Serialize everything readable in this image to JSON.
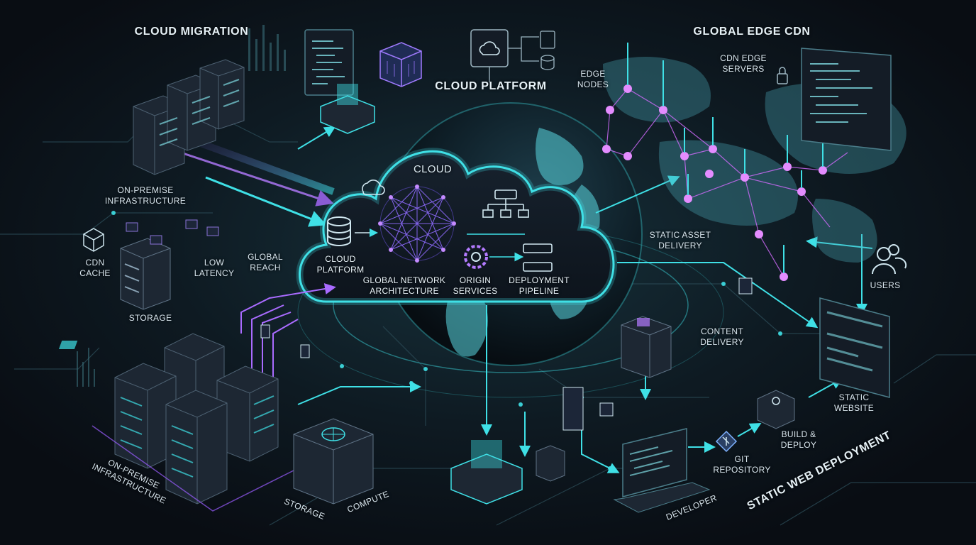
{
  "colors": {
    "background": "#0b1017",
    "cyan": "#3fe0e6",
    "purple": "#9a5cff",
    "magenta": "#d46bff",
    "server_dark": "#1d2733",
    "text": "#d9e6ee"
  },
  "sections": {
    "cloud_migration": "CLOUD MIGRATION",
    "cloud_platform": "CLOUD PLATFORM",
    "global_edge_cdn": "GLOBAL EDGE CDN",
    "static_web_deployment": "STATIC WEB DEPLOYMENT"
  },
  "cloud": {
    "title": "CLOUD",
    "cloud_platform": "CLOUD\nPLATFORM",
    "global_network_architecture": "GLOBAL NETWORK\nARCHITECTURE",
    "origin_services": "ORIGIN\nSERVICES",
    "deployment_pipeline": "DEPLOYMENT\nPIPELINE"
  },
  "labels": {
    "on_premise_infrastructure_top": "ON-PREMISE\nINFRASTRUCTURE",
    "on_premise_infrastructure_bottom": "ON-PREMISE\nINFRASTRUCTURE",
    "cdn_cache": "CDN\nCACHE",
    "low_latency": "LOW\nLATENCY",
    "global_reach": "GLOBAL\nREACH",
    "storage_left": "STORAGE",
    "storage_bottom": "STORAGE",
    "compute": "COMPUTE",
    "edge_nodes": "EDGE\nNODES",
    "cdn_edge_servers": "CDN EDGE\nSERVERS",
    "static_asset_delivery": "STATIC ASSET\nDELIVERY",
    "users": "USERS",
    "content_delivery": "CONTENT\nDELIVERY",
    "static_website": "STATIC\nWEBSITE",
    "build_deploy": "BUILD &\nDEPLOY",
    "git_repository": "GIT\nREPOSITORY",
    "developer": "DEVELOPER"
  },
  "icons": [
    "server-rack-icon",
    "cloud-icon",
    "database-icon",
    "network-mesh-icon",
    "flowchart-icon",
    "gear-icon",
    "pipeline-icon",
    "globe-icon",
    "edge-tower-icon",
    "users-icon",
    "browser-window-icon",
    "laptop-icon",
    "git-icon",
    "cube-icon",
    "lock-icon"
  ]
}
